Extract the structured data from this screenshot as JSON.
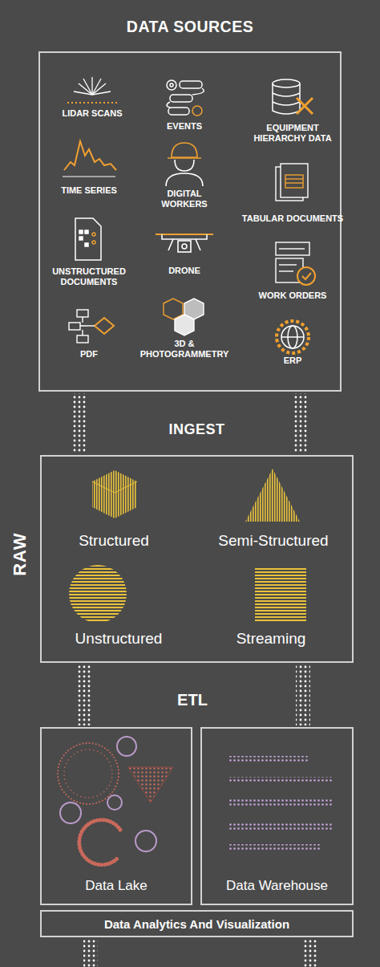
{
  "diagram": {
    "nodes": [
      {
        "text": [
          "DATA SOURCES"
        ]
      },
      {
        "text": [
          "INGEST"
        ]
      },
      {
        "text": [
          "Data Lake"
        ]
      },
      {
        "text": [
          "Data Warehouse"
        ]
      },
      {
        "text": [
          "Data Analytics And Visualization"
        ]
      }
    ],
    "edges": [
      {
        "from": 0,
        "to": 1,
        "arrow": "none"
      },
      {
        "from": 0,
        "to": 1,
        "arrow": "none"
      },
      {
        "from": 1,
        "to": 2,
        "arrow": "none"
      },
      {
        "from": 1,
        "to": 3,
        "arrow": "none"
      }
    ],
    "labels": [
      "LIDAR SCANS",
      "EVENTS",
      "EQUIPMENT HIERARCHY DATA",
      "TIME SERIES",
      "DIGITAL WORKERS",
      "TABULAR DOCUMENTS",
      "UNSTRUCTURED DOCUMENTS",
      "DRONE",
      "WORK ORDERS",
      "PDF",
      "3D & PHOTOGRAMMETRY",
      "ERP",
      "RAW",
      "Structured",
      "Semi-Structured",
      "Unstructured",
      "Streaming",
      "ETL"
    ]
  }
}
